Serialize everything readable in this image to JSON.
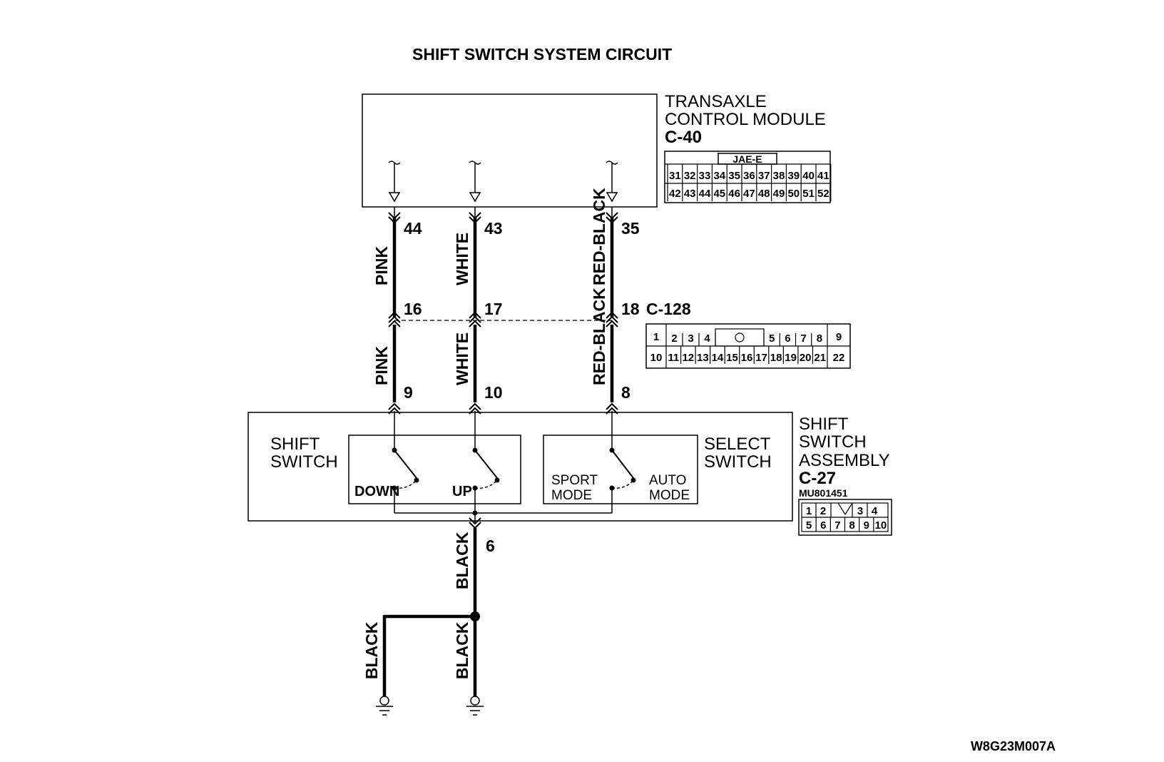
{
  "title": "SHIFT SWITCH SYSTEM CIRCUIT",
  "tcm": {
    "name_line1": "TRANSAXLE",
    "name_line2": "CONTROL MODULE",
    "connector": "C-40",
    "conn_type": "JAE-E",
    "top_row": [
      "31",
      "32",
      "33",
      "34",
      "35",
      "36",
      "37",
      "38",
      "39",
      "40",
      "41"
    ],
    "bottom_row": [
      "42",
      "43",
      "44",
      "45",
      "46",
      "47",
      "48",
      "49",
      "50",
      "51",
      "52"
    ]
  },
  "pins_tcm": [
    "44",
    "43",
    "35"
  ],
  "pins_mid": [
    "16",
    "17",
    "18"
  ],
  "pins_assembly": [
    "9",
    "10",
    "8"
  ],
  "wires_upper": [
    "PINK",
    "WHITE",
    "RED-BLACK"
  ],
  "wires_lower": [
    "PINK",
    "WHITE",
    "RED-BLACK"
  ],
  "intermediate_connector": {
    "id": "C-128",
    "left_cell": "1",
    "left_cell_b": "10",
    "top_mid": [
      "2",
      "3",
      "4"
    ],
    "top_mid2": [
      "5",
      "6",
      "7",
      "8"
    ],
    "bottom_mid": [
      "11",
      "12",
      "13",
      "14",
      "15",
      "16",
      "17",
      "18",
      "19",
      "20",
      "21"
    ],
    "right_cell": "9",
    "right_cell_b": "22"
  },
  "assembly": {
    "name_line1": "SHIFT",
    "name_line2": "SWITCH",
    "name_line3": "ASSEMBLY",
    "connector": "C-27",
    "part_no": "MU801451",
    "top_row": [
      "1",
      "2",
      "3",
      "4"
    ],
    "bottom_row": [
      "5",
      "6",
      "7",
      "8",
      "9",
      "10"
    ]
  },
  "shift_switch": {
    "label_line1": "SHIFT",
    "label_line2": "SWITCH",
    "down": "DOWN",
    "up": "UP"
  },
  "select_switch": {
    "label_line1": "SELECT",
    "label_line2": "SWITCH",
    "sport_line1": "SPORT",
    "sport_line2": "MODE",
    "auto_line1": "AUTO",
    "auto_line2": "MODE"
  },
  "ground_pin": "6",
  "ground_wire": "BLACK",
  "ground_branch_left": "BLACK",
  "ground_branch_right": "BLACK",
  "figure_code": "W8G23M007A"
}
